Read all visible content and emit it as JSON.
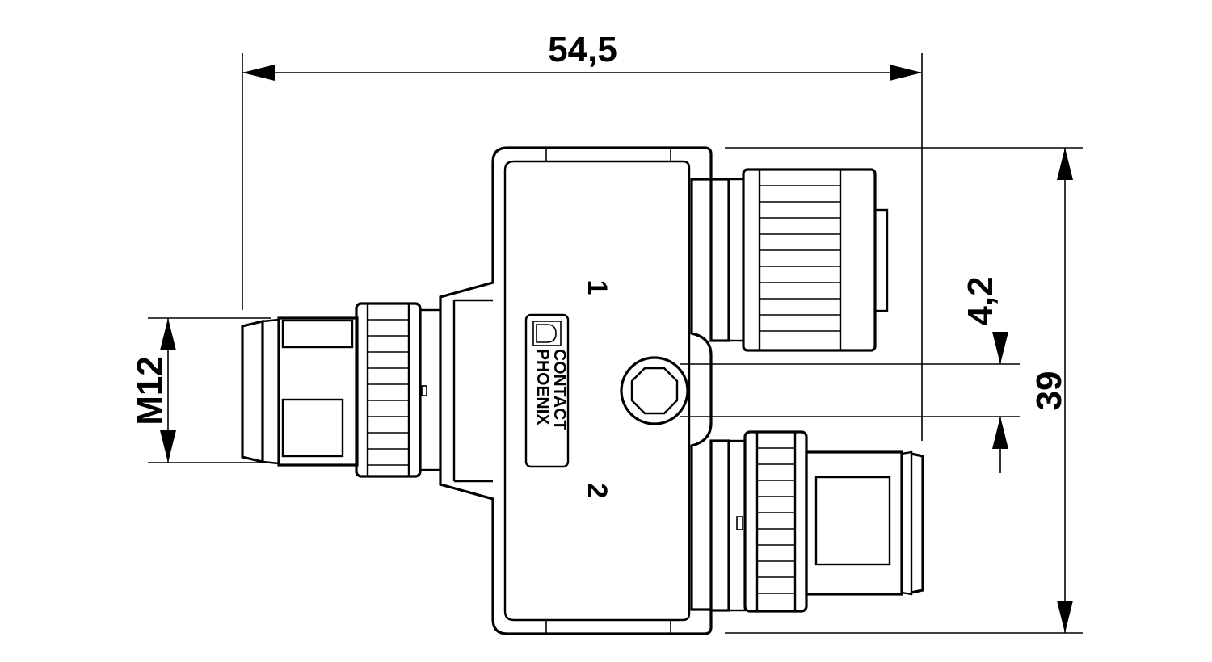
{
  "dimensions": {
    "overall_width": "54,5",
    "overall_height": "39",
    "offset": "4,2",
    "thread": "M12"
  },
  "ports": {
    "port_1": "1",
    "port_2": "2"
  },
  "logo": {
    "line_1": "PHOENIX",
    "line_2": "CONTACT"
  }
}
